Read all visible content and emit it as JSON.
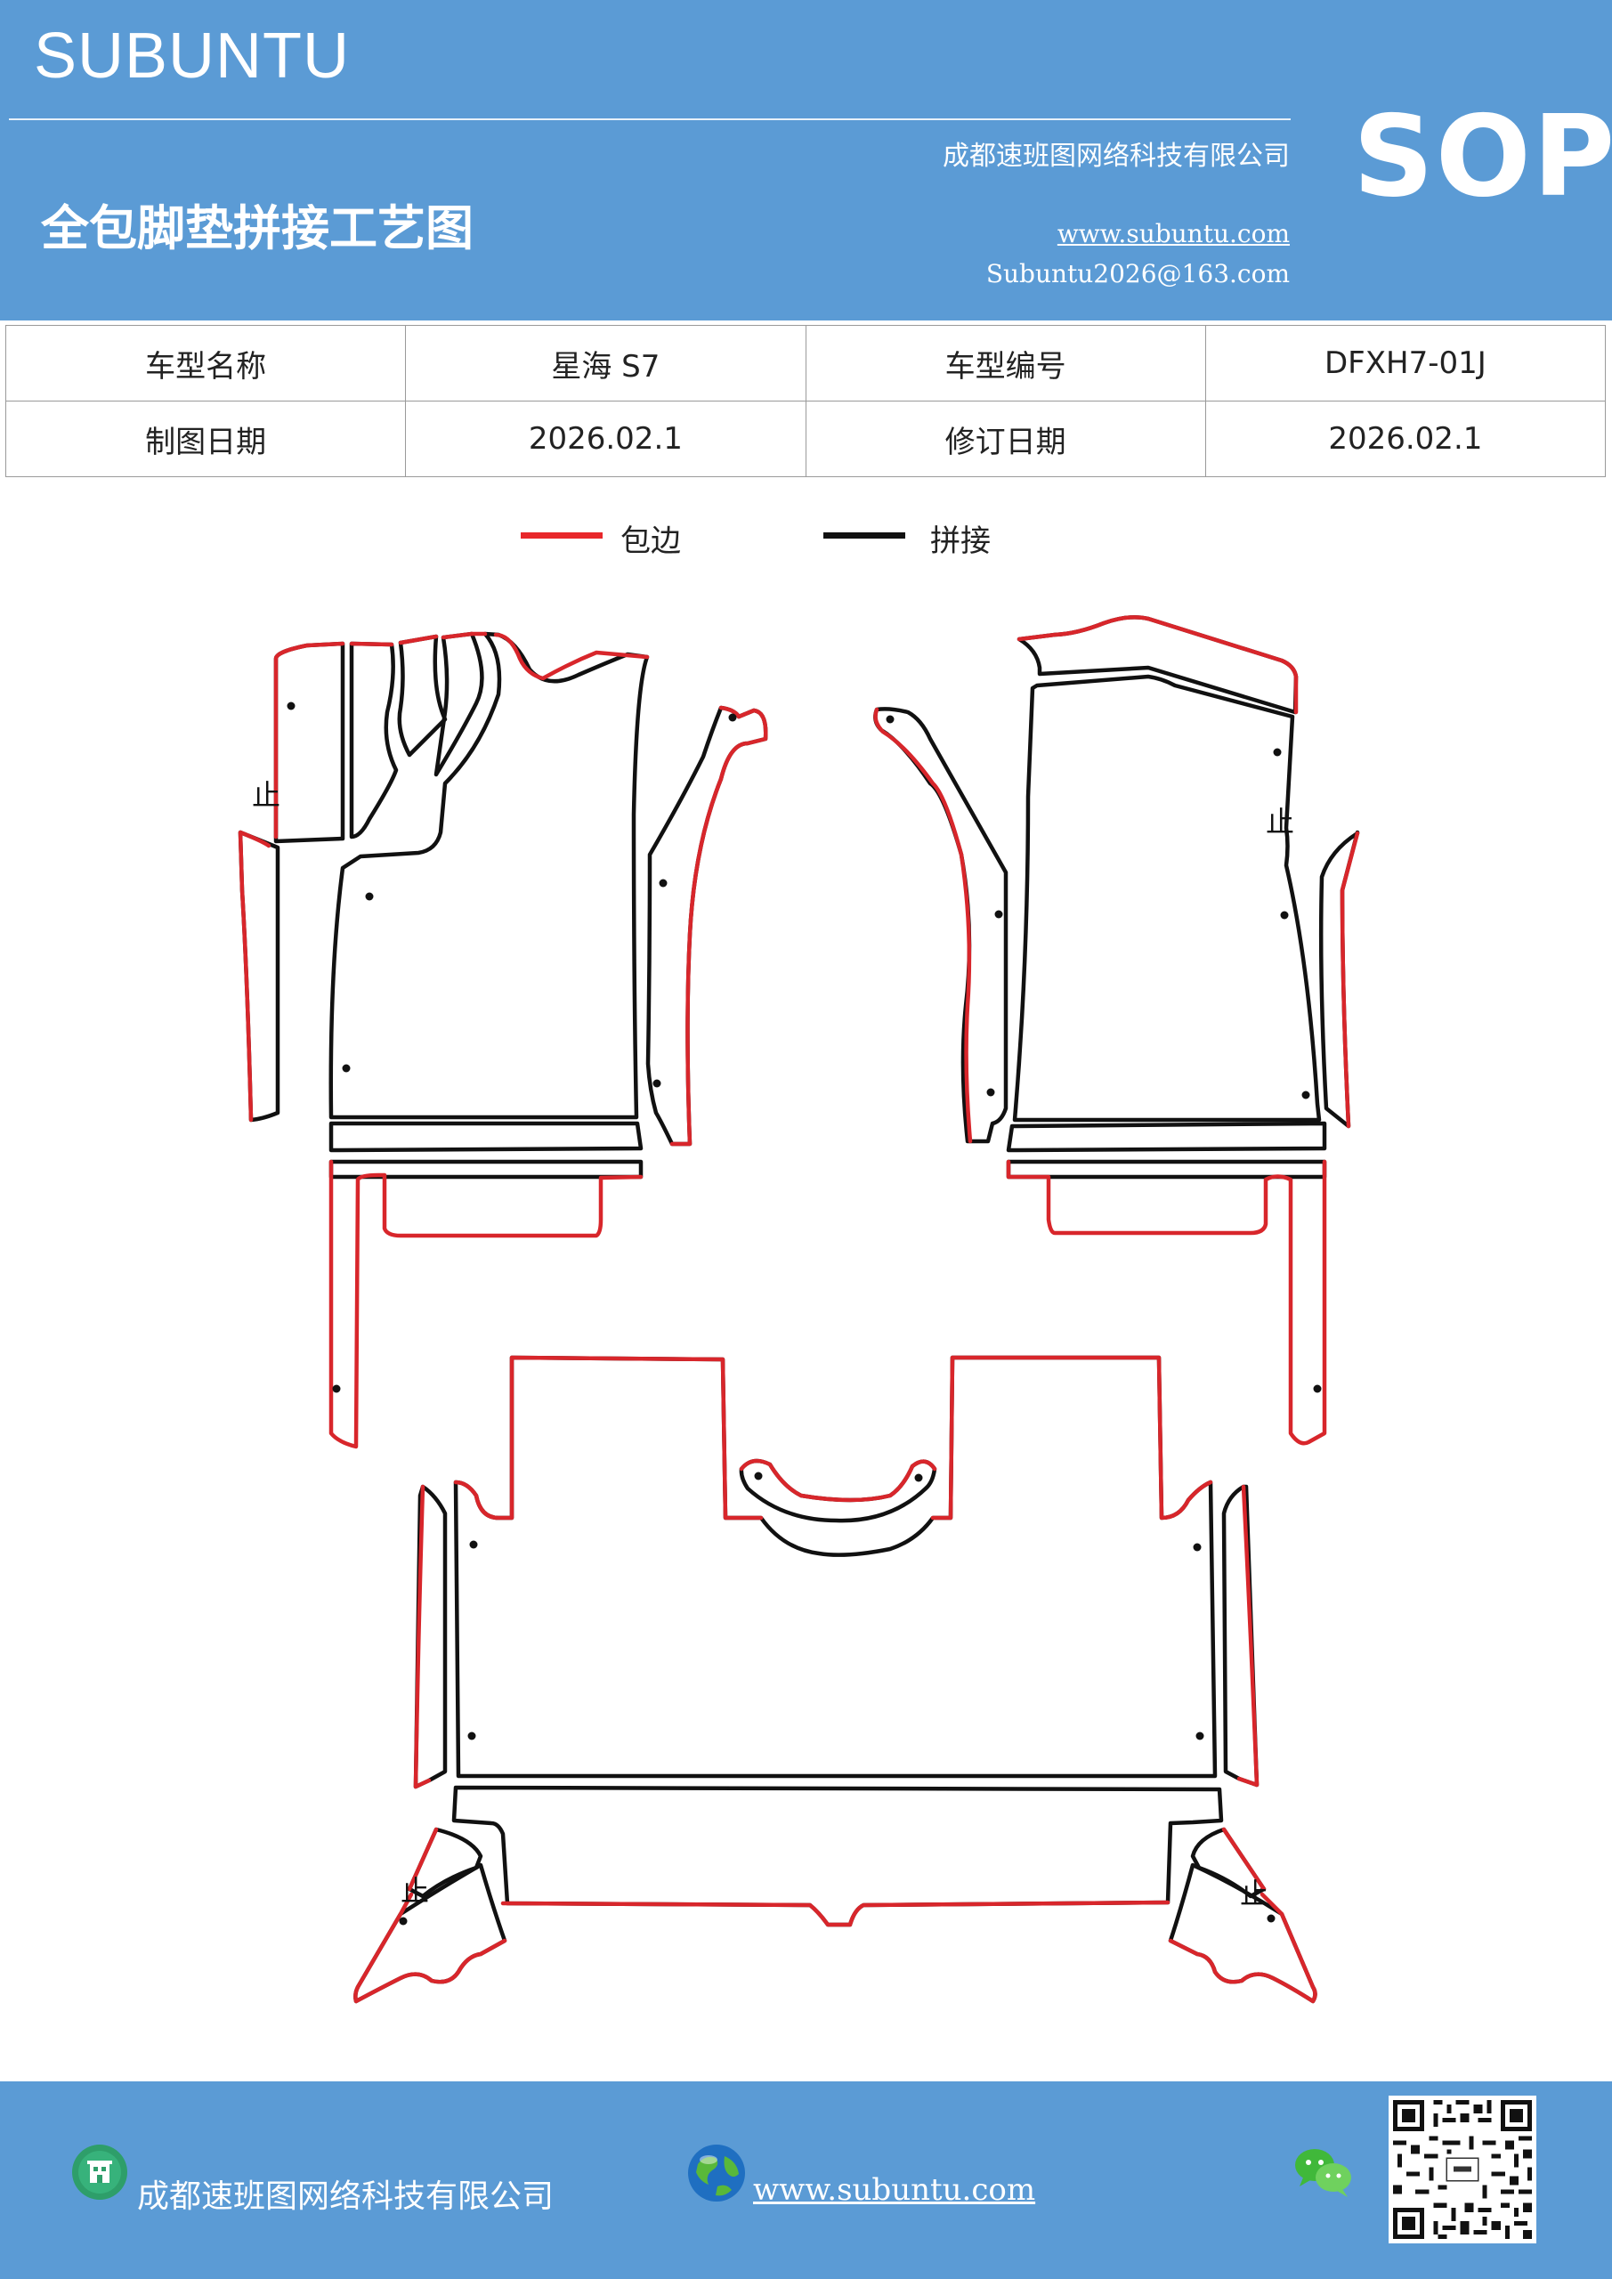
{
  "header": {
    "brand": "SUBUNTU",
    "company": "成都速班图网络科技有限公司",
    "title": "全包脚垫拼接工艺图",
    "website": "www.subuntu.com",
    "email": "Subuntu2026@163.com",
    "badge": "SOP"
  },
  "info": {
    "model_name_label": "车型名称",
    "model_name_value": "星海 S7",
    "model_code_label": "车型编号",
    "model_code_value": "DFXH7-01J",
    "draw_date_label": "制图日期",
    "draw_date_value": "2026.02.1",
    "revise_date_label": "修订日期",
    "revise_date_value": "2026.02.1"
  },
  "legend": {
    "edge_label": "包边",
    "edge_color": "#e8282b",
    "joint_label": "拼接",
    "joint_color": "#111111"
  },
  "drawing": {
    "stop_mark": "止"
  },
  "footer": {
    "company": "成都速班图网络科技有限公司",
    "website": "www.subuntu.com",
    "building_icon": "building-icon",
    "globe_icon": "globe-icon",
    "wechat_icon": "wechat-icon",
    "qr_icon": "qr-code"
  }
}
